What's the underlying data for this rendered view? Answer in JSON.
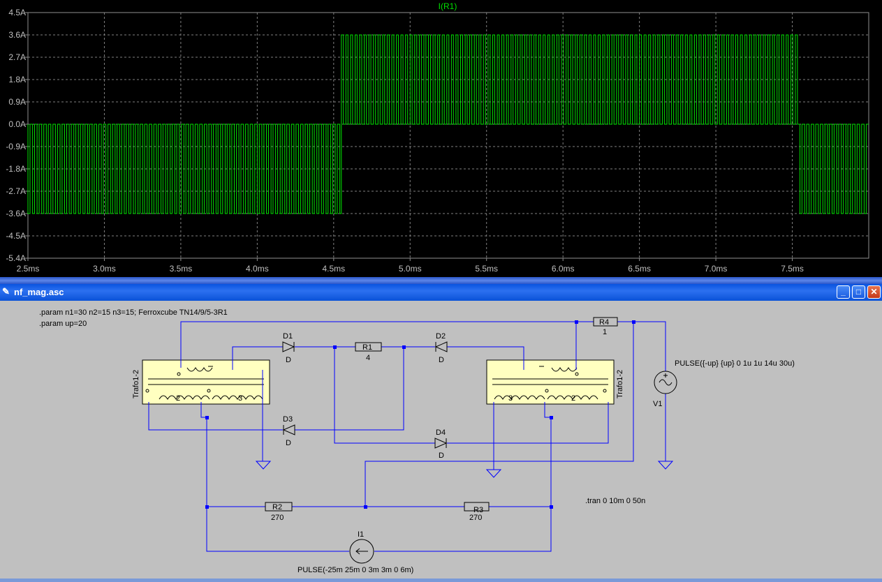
{
  "plot": {
    "trace_label": "I(R1)",
    "colors": {
      "trace": "#00e000",
      "grid": "#808080",
      "frame": "#909090",
      "background": "#000000",
      "tick": "#c0c0c0"
    },
    "chart_data": {
      "type": "line",
      "title": "I(R1)",
      "xlabel": "",
      "ylabel": "",
      "xlim_ms": [
        2.5,
        8.0
      ],
      "ylim_A": [
        -5.4,
        4.5
      ],
      "grid": true,
      "x_ticks": [
        "2.5ms",
        "3.0ms",
        "3.5ms",
        "4.0ms",
        "4.5ms",
        "5.0ms",
        "5.5ms",
        "6.0ms",
        "6.5ms",
        "7.0ms",
        "7.5ms"
      ],
      "x_tick_values": [
        2.5,
        3.0,
        3.5,
        4.0,
        4.5,
        5.0,
        5.5,
        6.0,
        6.5,
        7.0,
        7.5
      ],
      "y_ticks": [
        "4.5A",
        "3.6A",
        "2.7A",
        "1.8A",
        "0.9A",
        "0.0A",
        "-0.9A",
        "-1.8A",
        "-2.7A",
        "-3.6A",
        "-4.5A",
        "-5.4A"
      ],
      "y_tick_values": [
        4.5,
        3.6,
        2.7,
        1.8,
        0.9,
        0.0,
        -0.9,
        -1.8,
        -2.7,
        -3.6,
        -4.5,
        -5.4
      ],
      "series": [
        {
          "segments": [
            {
              "x_start_ms": 2.5,
              "x_end_ms": 4.55,
              "pulse_min_A": -3.6,
              "pulse_max_A": 0.0
            },
            {
              "x_start_ms": 4.55,
              "x_end_ms": 7.55,
              "pulse_min_A": 0.0,
              "pulse_max_A": 3.6
            },
            {
              "x_start_ms": 7.55,
              "x_end_ms": 8.0,
              "pulse_min_A": -3.6,
              "pulse_max_A": 0.0
            }
          ]
        }
      ]
    }
  },
  "window": {
    "title": "nf_mag.asc",
    "app_icon": "ltspice-icon",
    "minimize_label": "_",
    "maximize_label": "□",
    "close_label": "✕"
  },
  "schematic": {
    "params_line1": ".param n1=30 n2=15 n3=15; Ferroxcube TN14/9/5-3R1",
    "params_line2": ".param  up=20",
    "tran": ".tran 0 10m 0 50n",
    "trafo_left": "Trafo1-2",
    "trafo_right": "Trafo1-2",
    "winding_2": "2",
    "winding_3": "3",
    "D1": "D1",
    "D1_model": "D",
    "D2": "D2",
    "D2_model": "D",
    "D3": "D3",
    "D3_model": "D",
    "D4": "D4",
    "D4_model": "D",
    "R1": "R1",
    "R1_val": "4",
    "R2": "R2",
    "R2_val": "270",
    "R3": "R3",
    "R3_val": "270",
    "R4": "R4",
    "R4_val": "1",
    "V1": "V1",
    "V1_value": "PULSE({-up} {up} 0 1u 1u 14u 30u)",
    "I1": "I1",
    "I1_value": "PULSE(-25m 25m 0 3m 3m 0 6m)",
    "colors": {
      "wire": "#0000ff",
      "trafo_fill": "#ffffc0",
      "ground": "#0000ff"
    }
  }
}
